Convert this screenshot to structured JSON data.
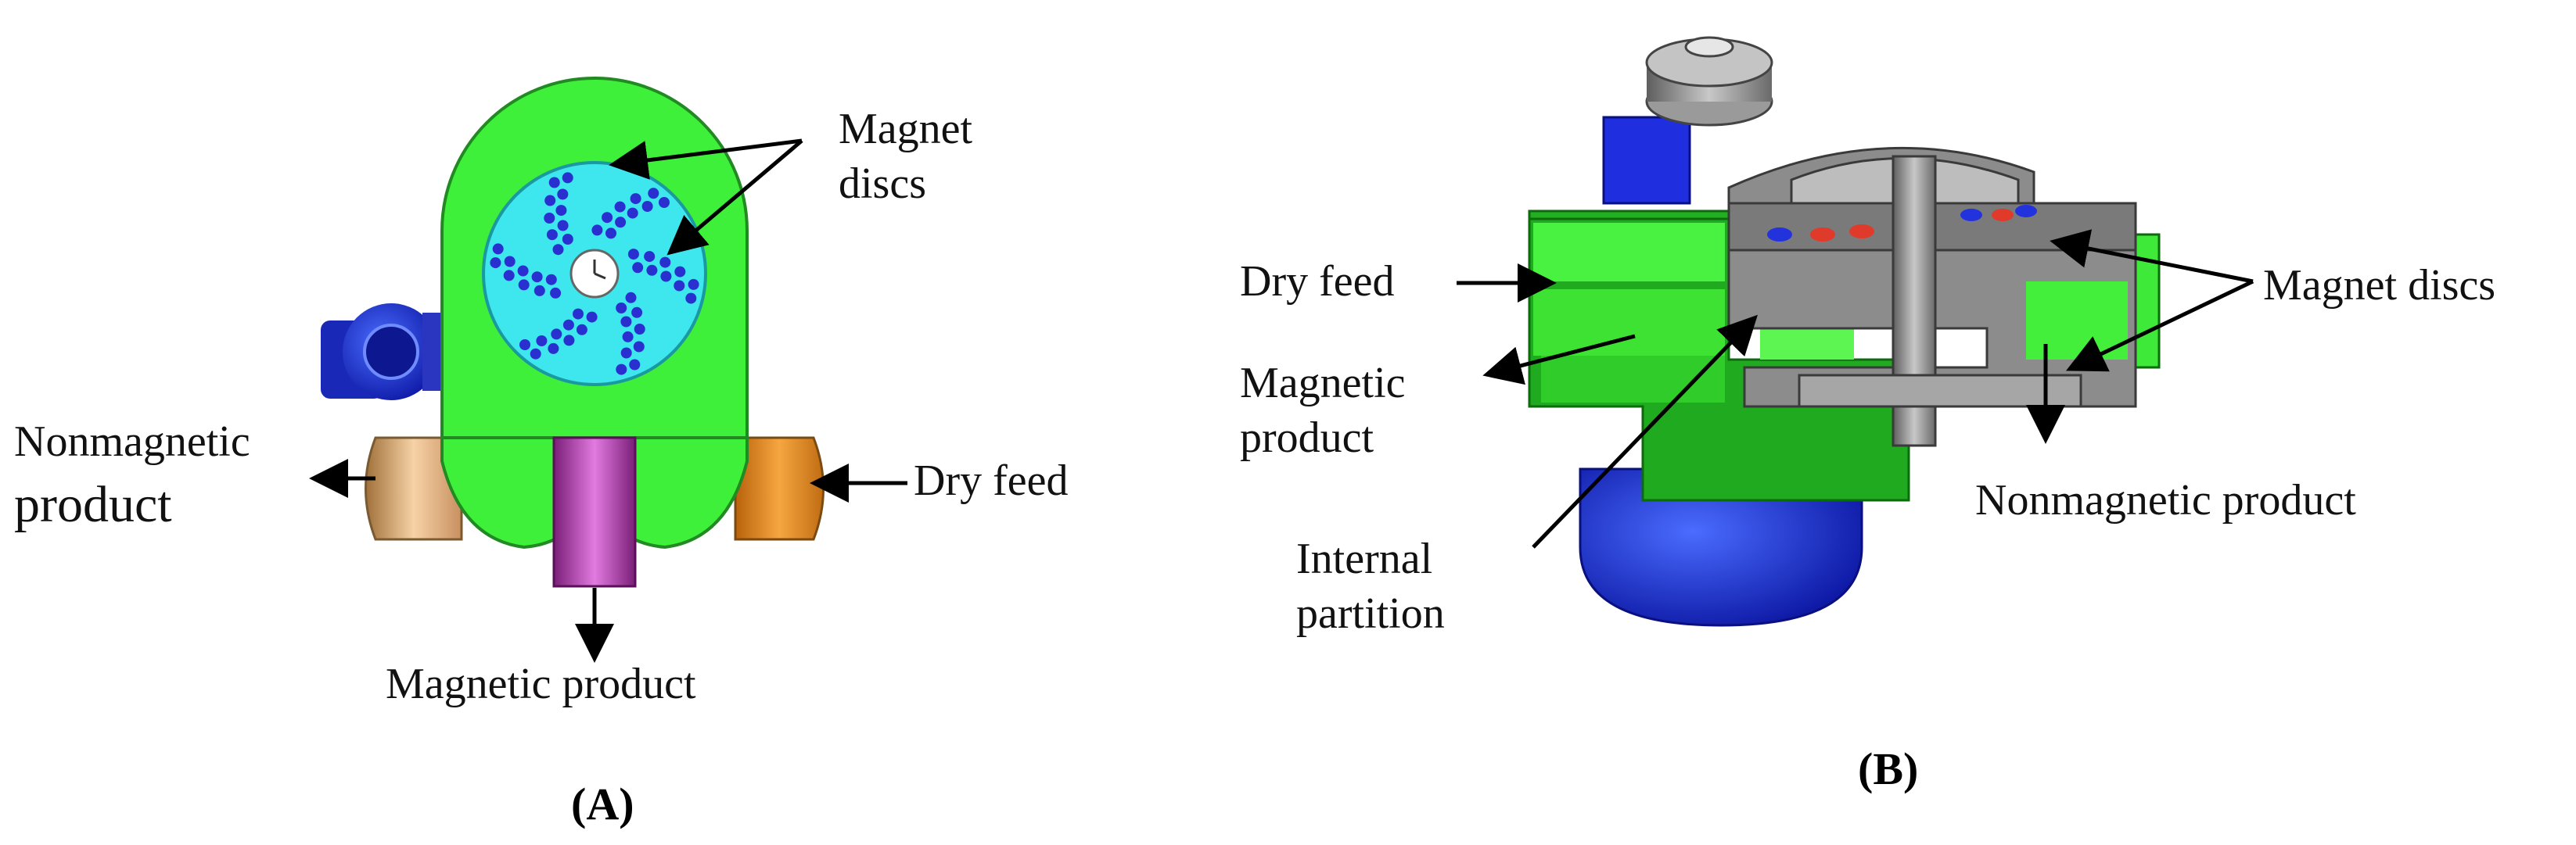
{
  "panel_a": {
    "caption": "(A)",
    "labels": {
      "magnet_discs": "Magnet\ndiscs",
      "nonmagnetic_line1": "Nonmagnetic",
      "nonmagnetic_line2": "product",
      "dry_feed": "Dry feed",
      "magnetic_product": "Magnetic product"
    }
  },
  "panel_b": {
    "caption": "(B)",
    "labels": {
      "dry_feed": "Dry feed",
      "magnetic_product": "Magnetic\nproduct",
      "internal_partition": "Internal\npartition",
      "magnet_discs": "Magnet discs",
      "nonmagnetic_product": "Nonmagnetic product"
    }
  },
  "colors": {
    "housing_green": "#3ef03a",
    "disc_cyan": "#3ee6ee",
    "magnet_dot_blue": "#2a2fd0",
    "motor_blue": "#1f2fe0",
    "outlet_magenta": "#cc44c8",
    "outlet_orange": "#f29a2a",
    "outlet_peach": "#f2c49a",
    "metal_grey": "#8c8c8c",
    "magnet_red": "#e03a2a"
  }
}
